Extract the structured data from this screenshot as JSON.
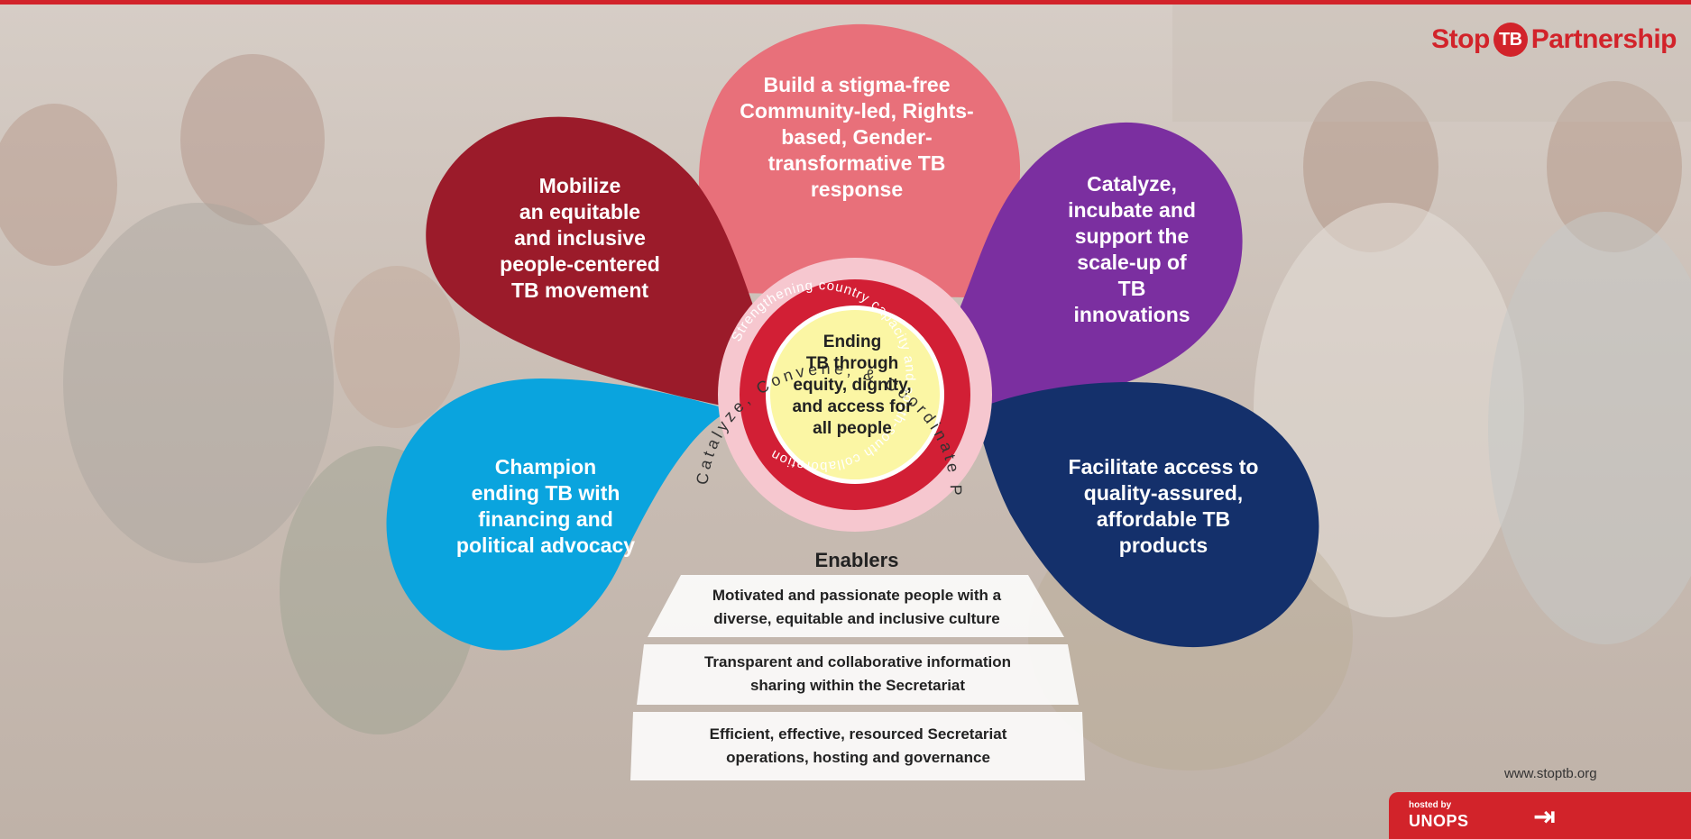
{
  "logo": {
    "stop": "Stop",
    "tb": "TB",
    "partnership": "Partnership"
  },
  "petals": {
    "build": "Build a stigma-free\nCommunity-led, Rights-\nbased, Gender-\ntransformative TB\nresponse",
    "mobilize": "Mobilize\nan equitable\nand inclusive\npeople-centered\nTB movement",
    "catalyze": "Catalyze,\nincubate and\nsupport the\nscale-up of\nTB\ninnovations",
    "champion": "Champion\nending TB with\nfinancing and\npolitical advocacy",
    "facilitate": "Facilitate access to\nquality-assured,\naffordable TB\nproducts"
  },
  "center": {
    "text": "Ending\nTB through\nequity, dignity,\nand access for\nall people",
    "outer_ring": "Catalyze, Convene, & Coordinate Partners",
    "inner_ring": "Strengthening country capacity and south-south collaboration"
  },
  "enablers": {
    "title": "Enablers",
    "items": [
      "Motivated and passionate people with a\ndiverse, equitable and inclusive culture",
      "Transparent and collaborative information\nsharing within the Secretariat",
      "Efficient, effective, resourced Secretariat\noperations, hosting and governance"
    ]
  },
  "footer": {
    "url": "www.stoptb.org",
    "hosted_by": "hosted by",
    "unops": "UNOPS"
  },
  "colors": {
    "build": "#e8707a",
    "mobilize": "#9b1b2a",
    "catalyze": "#7b2fa0",
    "champion": "#0aa4de",
    "facilitate": "#14306b",
    "brand_red": "#d2232a",
    "center_yellow": "#fbf6a4"
  }
}
